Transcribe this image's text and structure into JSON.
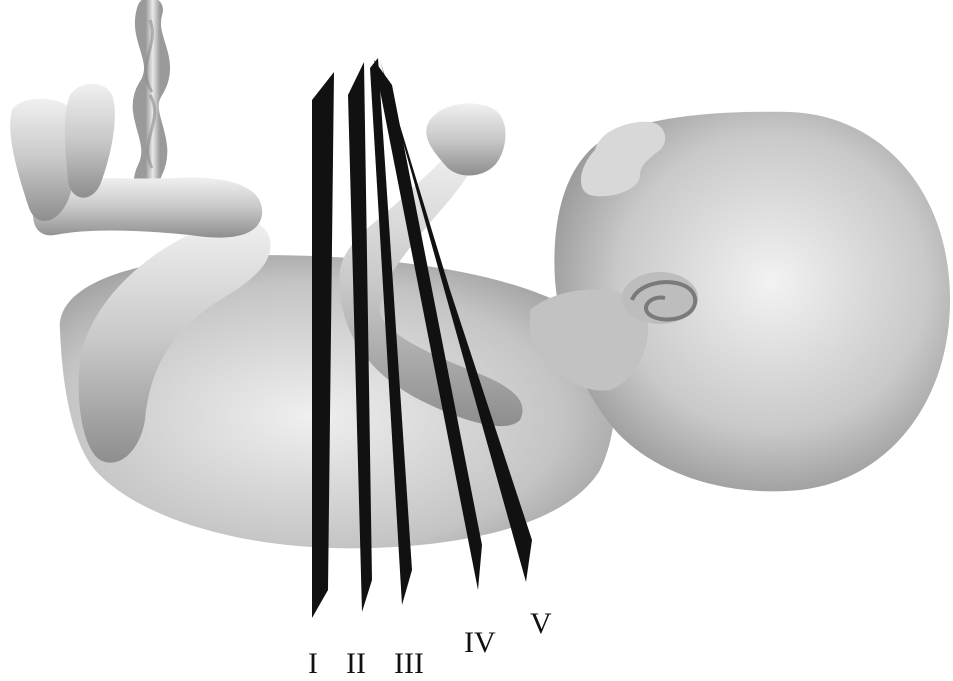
{
  "figure": {
    "subject": "fetus-3d-model",
    "colors": {
      "background": "#ffffff",
      "body_light": "#e6e6e6",
      "body_mid": "#bdbdbd",
      "body_dark": "#7a7a7a",
      "plane_fill": "#111111"
    },
    "planes": [
      {
        "id": "I",
        "label": "I"
      },
      {
        "id": "II",
        "label": "II"
      },
      {
        "id": "III",
        "label": "III"
      },
      {
        "id": "IV",
        "label": "IV"
      },
      {
        "id": "V",
        "label": "V"
      }
    ]
  }
}
